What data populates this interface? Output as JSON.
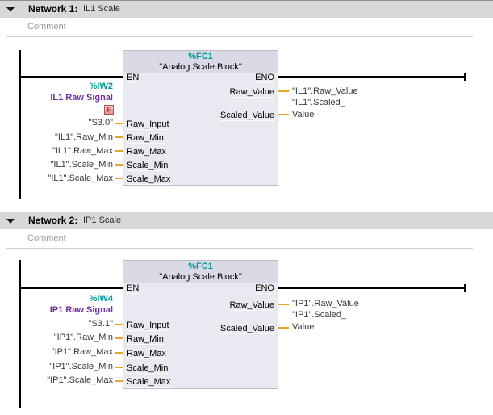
{
  "colors": {
    "block_address_teal": "#009999",
    "tag_name_purple": "#7030a0",
    "wire_orange": "#e9a22b",
    "block_body": "#e9e9f1",
    "block_header": "#dadae6",
    "network_header_gray": "#d8d8d8",
    "force_badge_red": "#b05050"
  },
  "icons": {
    "collapse": "triangle-down-icon",
    "force": "force-F-badge"
  },
  "networks": [
    {
      "title_label": "Network 1:",
      "title_text": "IL1 Scale",
      "comment_placeholder": "Comment",
      "block": {
        "address": "%FC1",
        "name": "\"Analog Scale Block\"",
        "en_label": "EN",
        "eno_label": "ENO",
        "input_params": [
          "Raw_Input",
          "Raw_Min",
          "Raw_Max",
          "Scale_Min",
          "Scale_Max"
        ],
        "output_params": [
          "Raw_Value",
          "Scaled_Value"
        ]
      },
      "left_operands": {
        "address": "%IW2",
        "tag_name": "IL1 Raw Signal",
        "force_badge": "F",
        "raw_input": "\"S3.0\"",
        "raw_min": "\"IL1\".Raw_Min",
        "raw_max": "\"IL1\".Raw_Max",
        "scale_min": "\"IL1\".Scale_Min",
        "scale_max": "\"IL1\".Scale_Max"
      },
      "right_operands": {
        "raw_value": "\"IL1\".Raw_Value",
        "scaled_value_line1": "\"IL1\".Scaled_",
        "scaled_value_line2": "Value"
      }
    },
    {
      "title_label": "Network 2:",
      "title_text": "IP1 Scale",
      "comment_placeholder": "Comment",
      "block": {
        "address": "%FC1",
        "name": "\"Analog Scale Block\"",
        "en_label": "EN",
        "eno_label": "ENO",
        "input_params": [
          "Raw_Input",
          "Raw_Min",
          "Raw_Max",
          "Scale_Min",
          "Scale_Max"
        ],
        "output_params": [
          "Raw_Value",
          "Scaled_Value"
        ]
      },
      "left_operands": {
        "address": "%IW4",
        "tag_name": "IP1 Raw Signal",
        "raw_input": "\"S3.1\"",
        "raw_min": "\"IP1\".Raw_Min",
        "raw_max": "\"IP1\".Raw_Max",
        "scale_min": "\"IP1\".Scale_Min",
        "scale_max": "\"IP1\".Scale_Max"
      },
      "right_operands": {
        "raw_value": "\"IP1\".Raw_Value",
        "scaled_value_line1": "\"IP1\".Scaled_",
        "scaled_value_line2": "Value"
      }
    }
  ]
}
